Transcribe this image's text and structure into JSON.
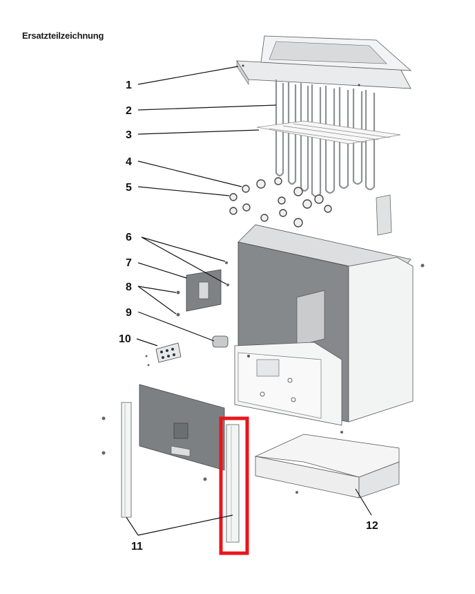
{
  "title": "Ersatzteilzeichnung",
  "part_numbers": [
    "1",
    "2",
    "3",
    "4",
    "5",
    "6",
    "7",
    "8",
    "9",
    "10",
    "11",
    "12"
  ],
  "highlight_color": "#e8161b"
}
